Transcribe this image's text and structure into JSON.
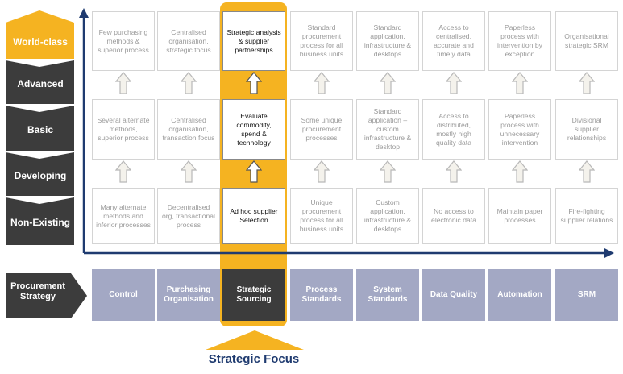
{
  "maturity_levels": [
    "World-class",
    "Advanced",
    "Basic",
    "Developing",
    "Non-Existing"
  ],
  "strategy_label": "Procurement Strategy",
  "focus_label": "Strategic Focus",
  "columns": [
    {
      "category": "Control",
      "top": "Few purchasing methods & superior process",
      "mid": "Several alternate methods, superior process",
      "bottom": "Many alternate methods and inferior processes"
    },
    {
      "category": "Purchasing Organisation",
      "top": "Centralised organisation, strategic focus",
      "mid": "Centralised organisation, transaction focus",
      "bottom": "Decentralised org, transactional process"
    },
    {
      "category": "Strategic Sourcing",
      "top": "Strategic analysis & supplier partnerships",
      "mid": "Evaluate commodity, spend & technology",
      "bottom": "Ad hoc supplier Selection"
    },
    {
      "category": "Process Standards",
      "top": "Standard procurement process for all business units",
      "mid": "Some unique procurement processes",
      "bottom": "Unique procurement process for all business units"
    },
    {
      "category": "System Standards",
      "top": "Standard application, infrastructure & desktops",
      "mid": "Standard application – custom infrastructure & desktop",
      "bottom": "Custom application, infrastructure & desktops"
    },
    {
      "category": "Data Quality",
      "top": "Access to centralised, accurate and timely data",
      "mid": "Access to distributed, mostly high quality data",
      "bottom": "No access to electronic data"
    },
    {
      "category": "Automation",
      "top": "Paperless process with intervention by exception",
      "mid": "Paperless process with unnecessary intervention",
      "bottom": "Maintain paper processes"
    },
    {
      "category": "SRM",
      "top": "Organisational strategic SRM",
      "mid": "Divisional supplier relationships",
      "bottom": "Fire-fighting supplier relations"
    }
  ],
  "highlight_column": "Strategic Sourcing",
  "colors": {
    "accent": "#f5b321",
    "level_dark": "#3c3c3c",
    "category": "#a3a8c4",
    "axis": "#1f3b70"
  }
}
